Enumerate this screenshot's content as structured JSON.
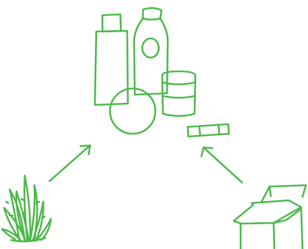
{
  "diagram": {
    "stroke_color": "#4cb84a",
    "background": "#ffffff",
    "nodes": [
      {
        "id": "cosmetic-products",
        "icon": "cosmetic-bottles-icon"
      },
      {
        "id": "aloe-plant",
        "icon": "aloe-plant-icon"
      },
      {
        "id": "cardboard-box",
        "icon": "open-box-icon"
      }
    ],
    "edges": [
      {
        "from": "aloe-plant",
        "to": "cosmetic-products"
      },
      {
        "from": "cardboard-box",
        "to": "cosmetic-products"
      }
    ]
  }
}
